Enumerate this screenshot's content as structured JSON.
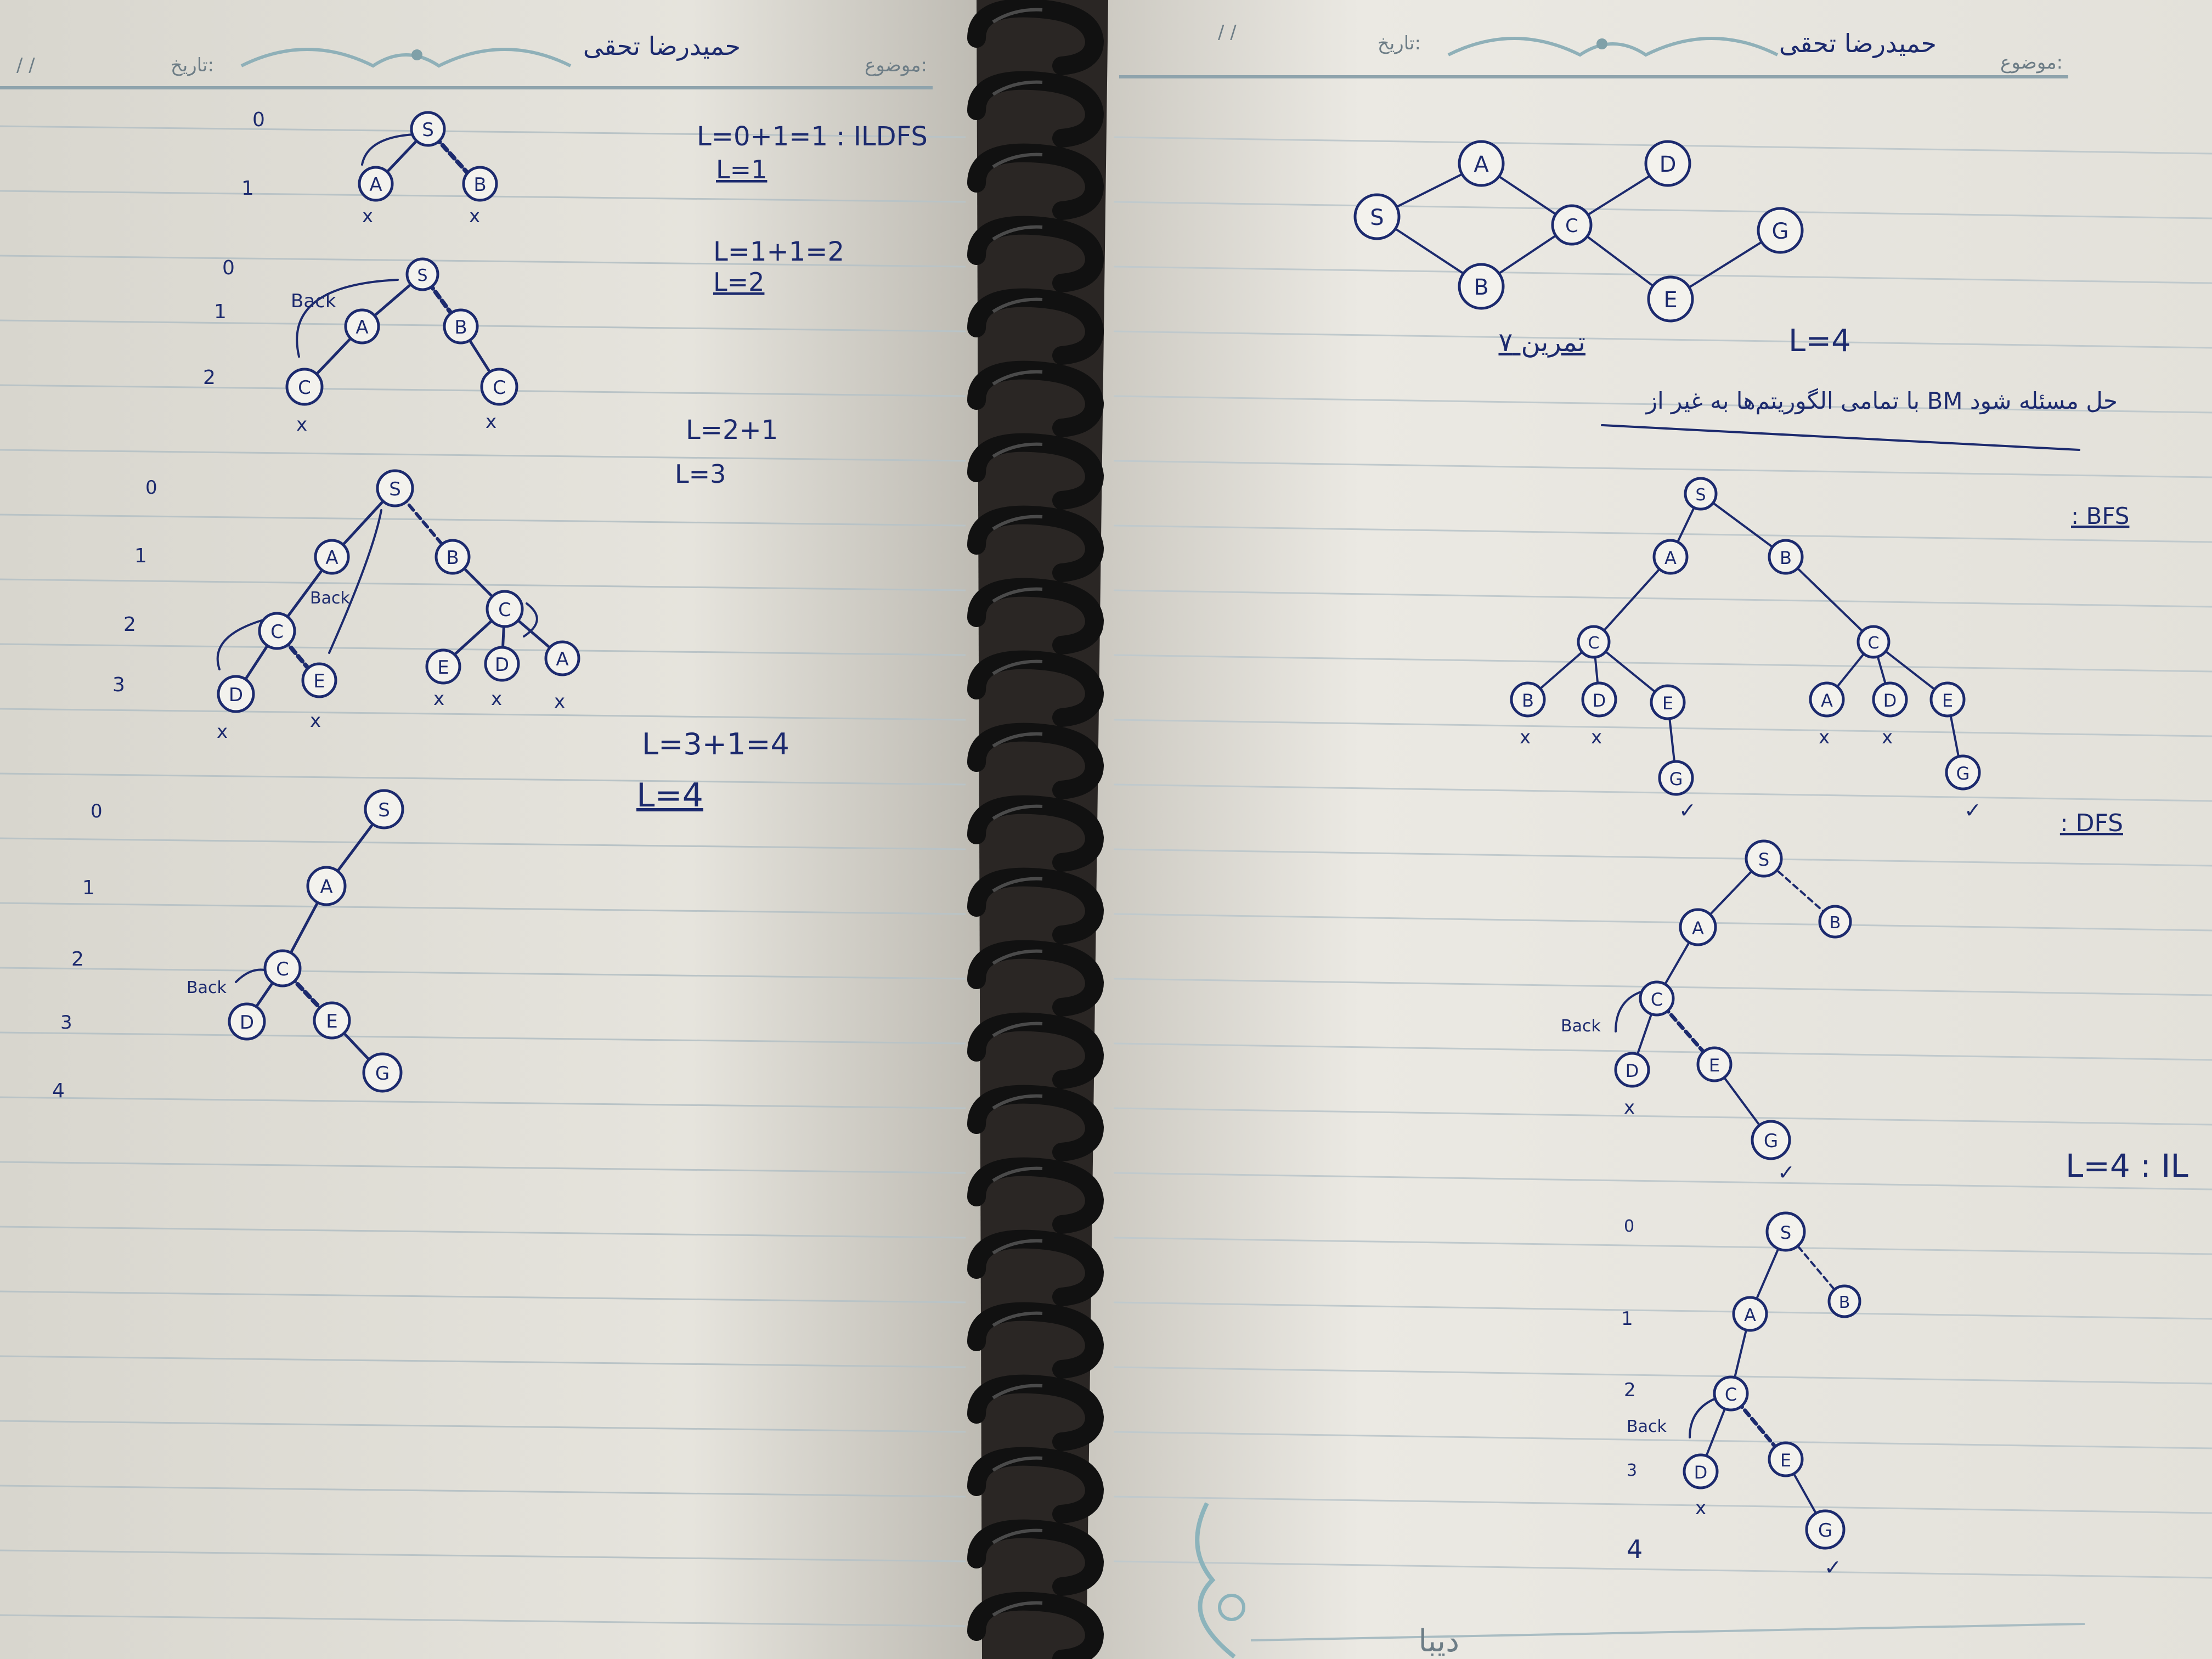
{
  "header": {
    "left_page": {
      "subject_label": "موضوع:",
      "date_label": "تاريخ:",
      "date_value": "/      /",
      "owner": "حمیدرضا تحقی"
    },
    "right_page": {
      "subject_label": "موضوع:",
      "date_label": "تاريخ:",
      "date_value": "/      /",
      "owner": "حمیدرضا تحقی"
    }
  },
  "left_page": {
    "block1": {
      "title": "L=0+1=1 : ILDFS",
      "result": "L=1",
      "depths": [
        "0",
        "1"
      ],
      "marks": [
        "x",
        "x"
      ]
    },
    "block2": {
      "title": "L=1+1=2",
      "result": "L=2",
      "depths": [
        "0",
        "1",
        "2"
      ],
      "back": "Back",
      "marks": [
        "x",
        "x"
      ]
    },
    "block3": {
      "title": "L=2+1",
      "result": "L=3",
      "depths": [
        "0",
        "1",
        "2",
        "3"
      ],
      "back": "Back",
      "marks": [
        "x",
        "x",
        "x",
        "x",
        "x"
      ]
    },
    "block4": {
      "title": "L=3+1=4",
      "result": "L=4",
      "depths": [
        "0",
        "1",
        "2",
        "3",
        "4"
      ],
      "back": "Back"
    }
  },
  "right_page": {
    "graph_caption_fa": "تمرین ۷",
    "graph_L": "L=4",
    "question_fa": "با تمامی الگوریتم‌ها به غیر از BM حل مسئله شود",
    "bfs_label": ": BFS",
    "dfs_label": ": DFS",
    "ildfs_label": "L=4 : IL",
    "ildfs_depths": [
      "0",
      "1",
      "2",
      "3",
      "4"
    ],
    "back": "Back",
    "marks": [
      "x",
      "x",
      "x",
      "x",
      "x"
    ],
    "check": "✓"
  },
  "brand": "دیبا"
}
